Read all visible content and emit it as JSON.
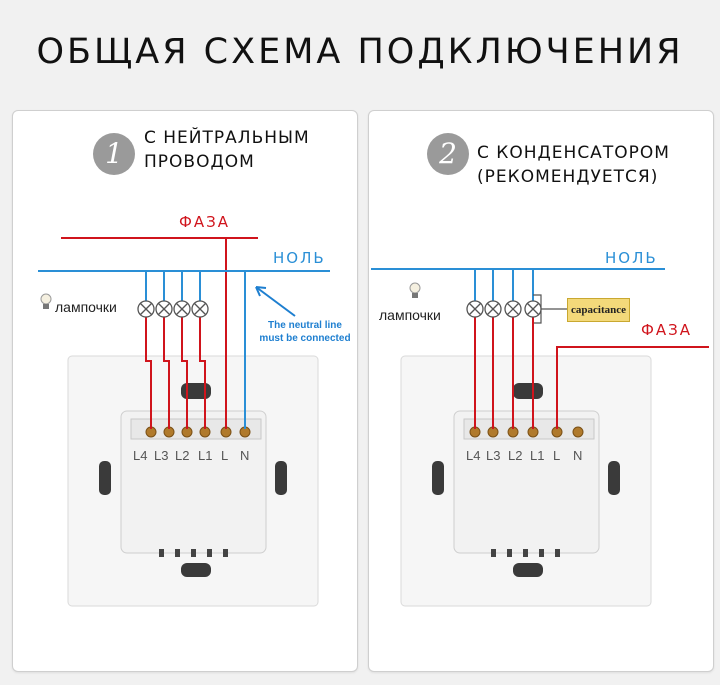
{
  "title": "ОБЩАЯ СХЕМА ПОДКЛЮЧЕНИЯ",
  "panels": [
    {
      "number": "1",
      "heading_line1": "С НЕЙТРАЛЬНЫМ",
      "heading_line2": "ПРОВОДОМ",
      "phase_label": "ФАЗА",
      "neutral_label": "НОЛЬ",
      "lamps_label": "лампочки",
      "note_line1": "The neutral line",
      "note_line2": "must be connected",
      "terminals": [
        "L4",
        "L3",
        "L2",
        "L1",
        "L",
        "N"
      ]
    },
    {
      "number": "2",
      "heading_line1": "С КОНДЕНСАТОРОМ",
      "heading_line2": "(РЕКОМЕНДУЕТСЯ)",
      "phase_label": "ФАЗА",
      "neutral_label": "НОЛЬ",
      "lamps_label": "лампочки",
      "capacitor_label": "capacitance",
      "terminals": [
        "L4",
        "L3",
        "L2",
        "L1",
        "L",
        "N"
      ]
    }
  ],
  "colors": {
    "phase": "#d0141c",
    "neutral": "#2a8fd6",
    "badge": "#9a9a9a"
  }
}
